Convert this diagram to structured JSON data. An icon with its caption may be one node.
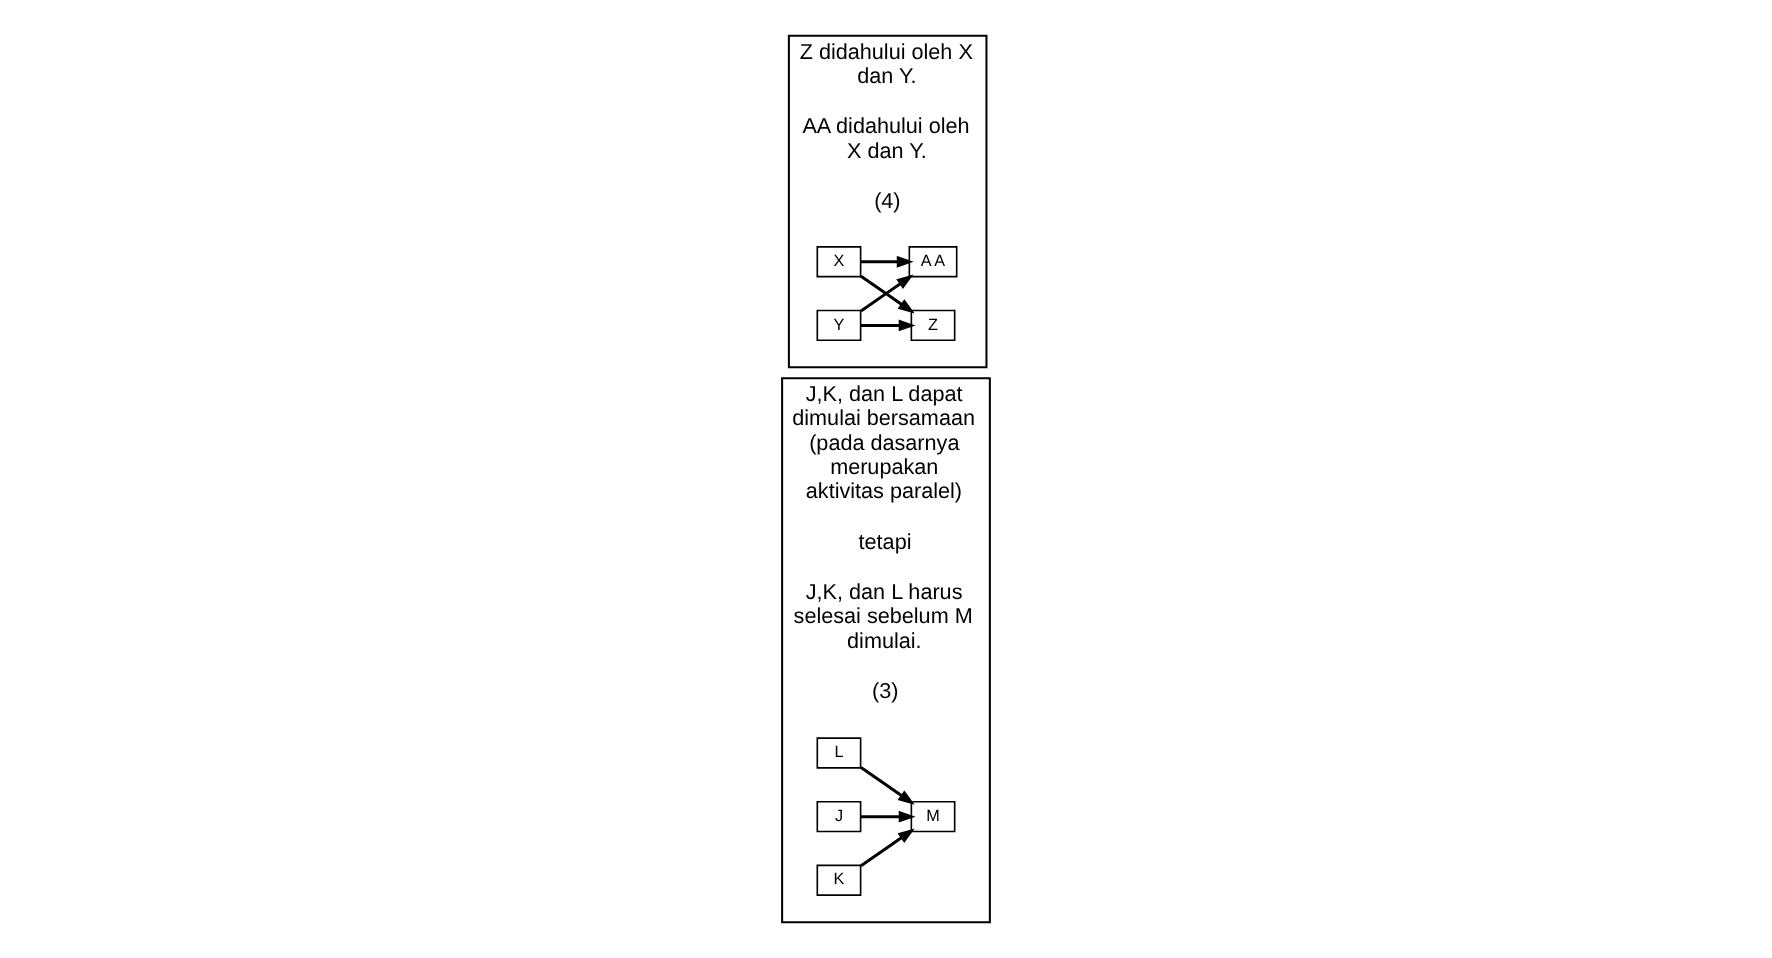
{
  "diagram": {
    "nodes": [
      {
        "text": [
          "J,K, dan L dapat dimulai bersamaan (pada dasarnya merupakan aktivitas paralel)",
          "tetapi",
          "J,K, dan L harus selesai sebelum M dimulai.",
          "(3)"
        ]
      },
      {
        "text": [
          "J"
        ],
        "in": 0
      },
      {
        "text": [
          "K"
        ],
        "in": 0
      },
      {
        "text": [
          "L"
        ],
        "in": 0
      },
      {
        "text": [
          "M"
        ],
        "in": 0
      },
      {
        "text": [
          "Z didahului oleh X dan Y.",
          "AA didahului oleh X dan Y.",
          "(4)"
        ]
      },
      {
        "text": [
          "X"
        ],
        "in": 5
      },
      {
        "text": [
          "Y"
        ],
        "in": 5
      },
      {
        "text": [
          "Z"
        ],
        "in": 5
      },
      {
        "text": [
          "A A"
        ],
        "in": 5
      }
    ],
    "edges": [
      {
        "from": 1,
        "to": 4,
        "arrow": "to"
      },
      {
        "from": 2,
        "to": 4,
        "arrow": "to"
      },
      {
        "from": 3,
        "to": 4,
        "arrow": "to"
      },
      {
        "from": 6,
        "to": 8,
        "arrow": "to"
      },
      {
        "from": 6,
        "to": 9,
        "arrow": "to"
      },
      {
        "from": 7,
        "to": 8,
        "arrow": "to"
      },
      {
        "from": 7,
        "to": 9,
        "arrow": "to"
      }
    ]
  }
}
